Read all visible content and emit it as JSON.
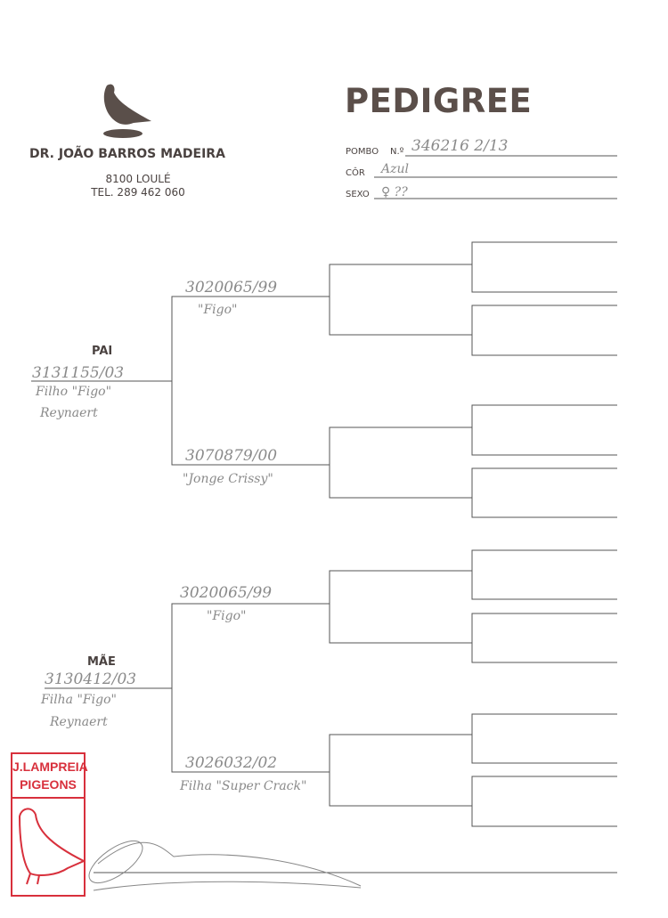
{
  "header": {
    "breeder_name": "DR. JOÃO BARROS MADEIRA",
    "city": "8100 LOULÉ",
    "phone": "TEL. 289 462 060",
    "title": "PEDIGREE"
  },
  "form": {
    "pombo_label": "POMBO",
    "numero_label": "N.º",
    "pombo_value": "346216 2/13",
    "cor_label": "CÔR",
    "cor_value": "Azul",
    "sexo_label": "SEXO",
    "sexo_value": "♀ ??"
  },
  "pai": {
    "label": "PAI",
    "ring": "3131155/03",
    "note1": "Filho \"Figo\"",
    "note2": "Reynaert",
    "sire": {
      "ring": "3020065/99",
      "name": "\"Figo\""
    },
    "dam": {
      "ring": "3070879/00",
      "name": "\"Jonge Crissy\""
    }
  },
  "mae": {
    "label": "MÃE",
    "ring": "3130412/03",
    "note1": "Filha \"Figo\"",
    "note2": "Reynaert",
    "sire": {
      "ring": "3020065/99",
      "name": "\"Figo\""
    },
    "dam": {
      "ring": "3026032/02",
      "name": "Filha \"Super Crack\""
    }
  },
  "stamp": {
    "line1": "J.LAMPREIA",
    "line2": "PIGEONS"
  },
  "colors": {
    "ink": "#4f4743",
    "stamp": "#d8303c",
    "handwriting": "#8a8a8a"
  }
}
